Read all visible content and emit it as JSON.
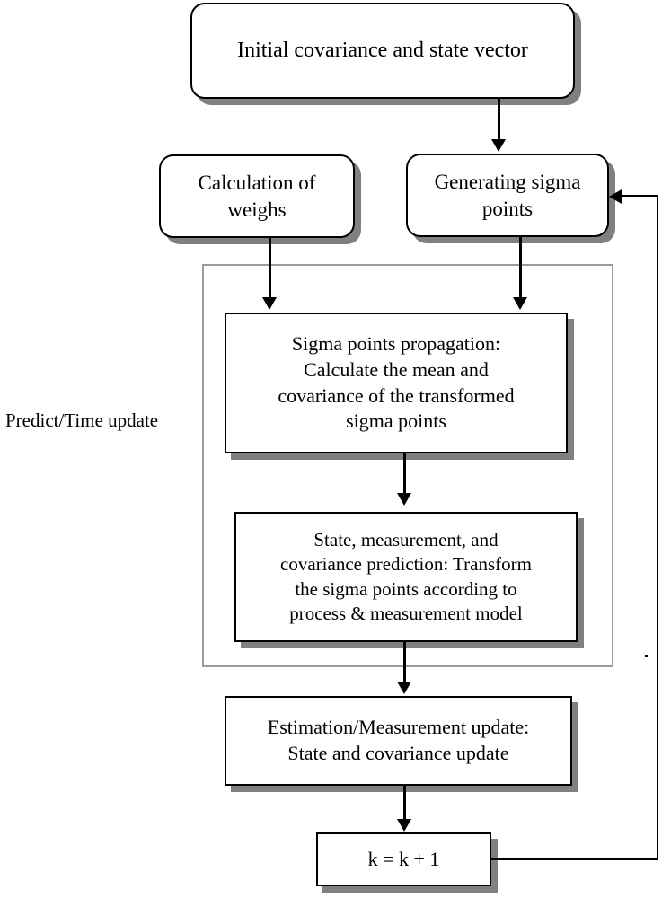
{
  "diagram": {
    "title": "Unscented Kalman Filter flowchart",
    "colors": {
      "node_border": "#000000",
      "node_fill": "#ffffff",
      "shadow": "#808080",
      "group_frame": "#9a9a9a",
      "connector": "#000000",
      "text": "#000000"
    },
    "nodes": {
      "initial": {
        "label": "Initial covariance and state vector",
        "shape": "rounded-rectangle"
      },
      "weights": {
        "label": "Calculation of\nweighs",
        "shape": "rounded-rectangle"
      },
      "sigma_generate": {
        "label": "Generating sigma\npoints",
        "shape": "rounded-rectangle"
      },
      "propagation": {
        "label": "Sigma points propagation:\nCalculate the mean and\ncovariance of the transformed\nsigma points",
        "shape": "rectangle"
      },
      "prediction": {
        "label": "State, measurement, and\ncovariance prediction: Transform\nthe sigma points according to\nprocess & measurement model",
        "shape": "rectangle"
      },
      "estimation": {
        "label": "Estimation/Measurement update:\nState and covariance update",
        "shape": "rectangle"
      },
      "increment": {
        "label": "k = k + 1",
        "shape": "rectangle"
      }
    },
    "group": {
      "label": "Predict/Time update"
    },
    "edges": [
      {
        "from": "initial",
        "to": "sigma_generate",
        "arrow": "down"
      },
      {
        "from": "weights",
        "to": "propagation",
        "arrow": "down"
      },
      {
        "from": "sigma_generate",
        "to": "propagation",
        "arrow": "down"
      },
      {
        "from": "propagation",
        "to": "prediction",
        "arrow": "down"
      },
      {
        "from": "prediction",
        "to": "estimation",
        "arrow": "down"
      },
      {
        "from": "estimation",
        "to": "increment",
        "arrow": "down"
      },
      {
        "from": "increment",
        "to": "sigma_generate",
        "arrow": "left",
        "style": "feedback-loop"
      }
    ]
  }
}
